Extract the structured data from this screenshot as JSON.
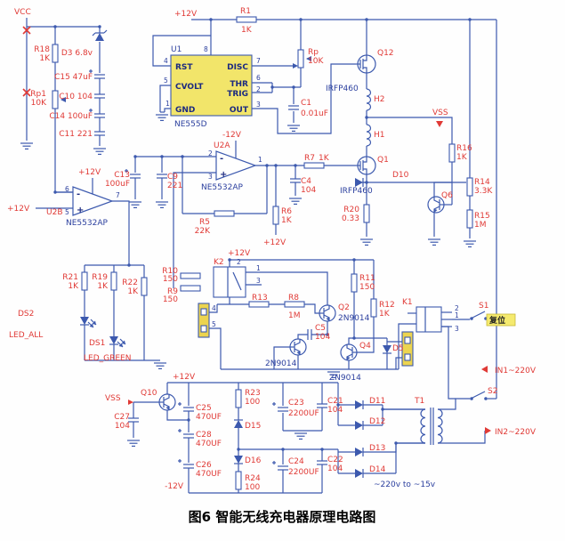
{
  "figure": {
    "caption": "图6 智能无线充电器原理电路图"
  },
  "colors": {
    "wire": "#3c59ae",
    "label_red": "#e03a36",
    "label_blue": "#2b3f9e",
    "ic_fill": "#f2e56a",
    "connector_fill": "#ecd44f"
  },
  "tl": {
    "vcc": "VCC",
    "r18": "R18",
    "r18v": "1K",
    "rp1": "Rp1",
    "rp1v": "10K",
    "d3": "D3 6.8v",
    "c15": "C15 47uF",
    "c10": "C10 104",
    "c14": "C14 100uF",
    "c11": "C11 221"
  },
  "timer": {
    "u1": "U1",
    "part": "NE555D",
    "rst": "RST",
    "cvolt": "CVOLT",
    "gnd": "GND",
    "disc": "DISC",
    "thr": "THR",
    "trig": "TRIG",
    "out": "OUT",
    "p12": "+12V",
    "r1": "R1",
    "r1v": "1K",
    "rp": "Rp",
    "rpv": "10K",
    "c1": "C1",
    "c1v": "0.01uF"
  },
  "drv": {
    "q12": "Q12",
    "q12p": "IRFP460",
    "h2": "H2",
    "h1": "H1",
    "vss": "VSS",
    "q1": "Q1",
    "q1p": "IRFP460",
    "d10": "D10",
    "r16": "R16",
    "r16v": "1K",
    "r14": "R14",
    "r14v": "3.3K",
    "q6": "Q6",
    "r15": "R15",
    "r15v": "1M",
    "r20": "R20",
    "r20v": "0.33"
  },
  "oa": {
    "u2a": "U2A",
    "u2ap": "NE5532AP",
    "u2b": "U2B",
    "u2bp": "NE5532AP",
    "r7": "R7",
    "r7v": "1K",
    "c4": "C4",
    "c4v": "104",
    "r6": "R6",
    "r6v": "1K",
    "c13": "C13",
    "c13v": "100uF",
    "c9": "C9",
    "c9v": "221",
    "r5": "R5",
    "r5v": "22K",
    "p12": "+12V",
    "m12": "-12V",
    "plus": "+",
    "minus": "-"
  },
  "led": {
    "r21": "R21",
    "r21v": "1K",
    "r19": "R19",
    "r19v": "1K",
    "r22": "R22",
    "r22v": "1K",
    "ds2": "DS2",
    "ds2n": "LED_ALL",
    "ds1": "DS1",
    "ds1n": "LED_GREEN"
  },
  "k2": {
    "k2": "K2",
    "p12": "+12V",
    "r10": "R10",
    "r10v": "150",
    "r9": "R9",
    "r9v": "150",
    "r13": "R13",
    "r8": "R8",
    "r8v": "1M",
    "r11": "R11",
    "r11v": "150",
    "r12": "R12",
    "r12v": "1K",
    "q2": "Q2",
    "q2p": "2N9014",
    "q3p": "2N9014",
    "c5": "C5",
    "c5v": "104",
    "q4": "Q4",
    "q4p": "ZN9014",
    "d5": "D5"
  },
  "mn": {
    "k1": "K1",
    "s1": "S1",
    "s1cn": "复位",
    "s2": "S2",
    "in1": "IN1~220V",
    "in2": "IN2~220V",
    "t1": "T1",
    "ratio": "~220v to ~15v"
  },
  "psu": {
    "q10": "Q10",
    "p12": "+12V",
    "m12": "-12V",
    "vss": "VSS",
    "c27": "C27",
    "c27v": "104",
    "c25": "C25",
    "c25v": "470UF",
    "c28": "C28",
    "c28v": "470UF",
    "c26": "C26",
    "c26v": "470UF",
    "r23": "R23",
    "r23v": "100",
    "d15": "D15",
    "d16": "D16",
    "r24": "R24",
    "r24v": "100",
    "c23": "C23",
    "c23v": "2200UF",
    "c21": "C21",
    "c21v": "104",
    "c24": "C24",
    "c24v": "2200UF",
    "c22": "C22",
    "c22v": "104",
    "d11": "D11",
    "d12": "D12",
    "d13": "D13",
    "d14": "D14"
  },
  "pn": {
    "n1": "1",
    "n2": "2",
    "n3": "3",
    "n4": "4",
    "n5": "5",
    "n6": "6",
    "n7": "7",
    "n8": "8"
  }
}
